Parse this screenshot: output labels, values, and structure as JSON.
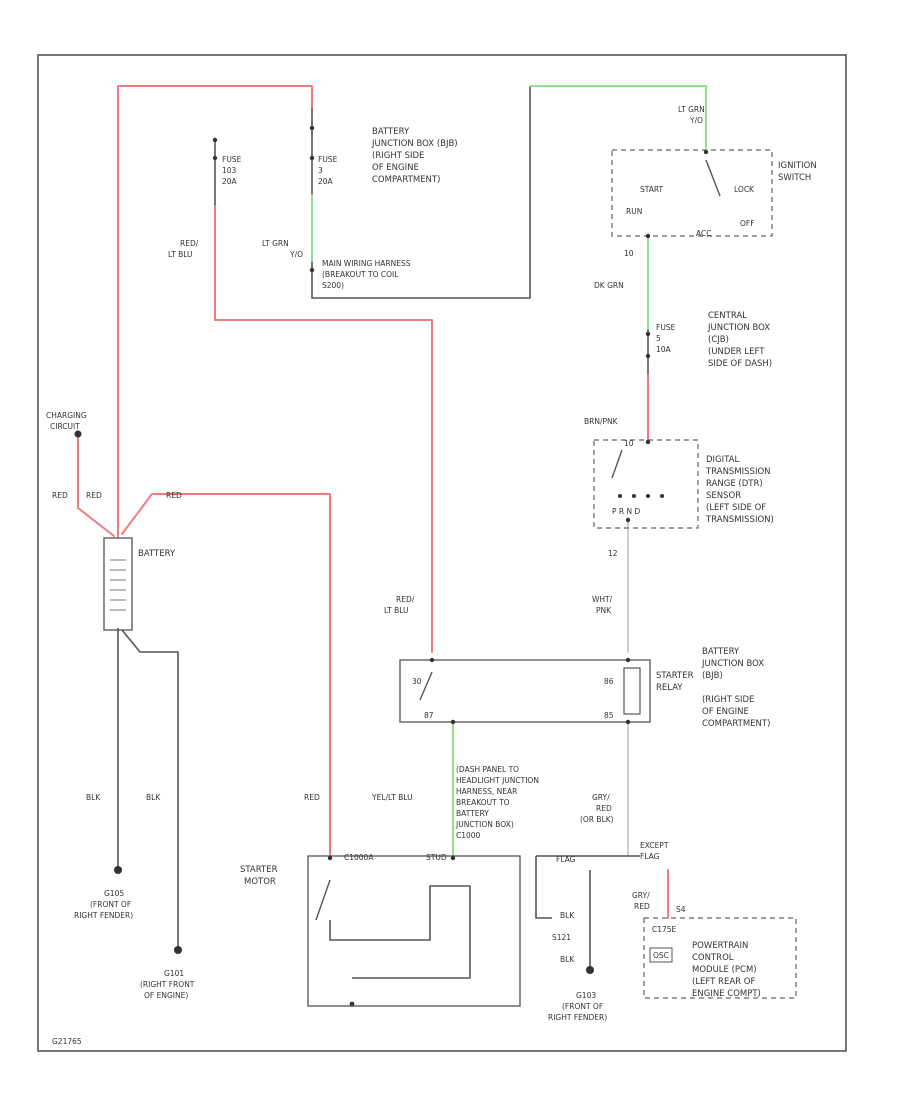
{
  "colors": {
    "red_wire": "#ef7d7d",
    "green_wire": "#8fe08f",
    "gray_wire": "#cfcfcf",
    "black_wire": "#555555"
  },
  "labels": {
    "battery_jb_1": "BATTERY",
    "battery_jb_2": "JUNCTION BOX (BJB)",
    "battery_jb_3": "(RIGHT SIDE",
    "battery_jb_4": "OF ENGINE",
    "battery_jb_5": "COMPARTMENT)",
    "fuse_a_1": "FUSE",
    "fuse_a_2": "103",
    "fuse_a_3": "20A",
    "fuse_b_1": "FUSE",
    "fuse_b_2": "3",
    "fuse_b_3": "20A",
    "wire_red_ltblu_1": "RED/",
    "wire_red_ltblu_2": "LT BLU",
    "wire_ltgrn_1": "LT GRN",
    "wire_ltgrn_2": "Y/O",
    "breakout_1": "MAIN WIRING HARNESS",
    "breakout_2": "(BREAKOUT TO COIL",
    "breakout_3": "S200)",
    "ign_wire_1": "LT GRN",
    "ign_wire_2": "Y/O",
    "ign_switch_1": "IGNITION",
    "ign_switch_2": "SWITCH",
    "ign_start": "START",
    "ign_lock": "LOCK",
    "ign_run": "RUN",
    "ign_off": "OFF",
    "ign_acc": "ACC",
    "ign_pin": "10",
    "dkgrn": "DK GRN",
    "cjb_1": "CENTRAL",
    "cjb_2": "JUNCTION BOX",
    "cjb_3": "(CJB)",
    "cjb_4": "(UNDER LEFT",
    "cjb_5": "SIDE OF DASH)",
    "fuse_c_1": "FUSE",
    "fuse_c_2": "5",
    "fuse_c_3": "10A",
    "brnpnk": "BRN/PNK",
    "dtr_1": "DIGITAL",
    "dtr_2": "TRANSMISSION",
    "dtr_3": "RANGE (DTR)",
    "dtr_4": "SENSOR",
    "dtr_5": "(LEFT SIDE OF",
    "dtr_6": "TRANSMISSION)",
    "dtr_pin_top": "10",
    "dtr_pin_bot": "12",
    "dtr_gears": "P  R  N  D",
    "charging_1": "CHARGING",
    "charging_2": "CIRCUIT",
    "red1": "RED",
    "red2": "RED",
    "red3": "RED",
    "battery": "BATTERY",
    "whtpnk_1": "WHT/",
    "whtpnk_2": "PNK",
    "red_ltblu2_1": "RED/",
    "red_ltblu2_2": "LT BLU",
    "starter_relay_1": "STARTER",
    "starter_relay_2": "RELAY",
    "relay_30": "30",
    "relay_86": "86",
    "relay_87": "87",
    "relay_85": "85",
    "bjb2_1": "BATTERY",
    "bjb2_2": "JUNCTION BOX",
    "bjb2_3": "(BJB)",
    "bjb2_4": "(RIGHT SIDE",
    "bjb2_5": "OF ENGINE",
    "bjb2_6": "COMPARTMENT)",
    "dash_1": "(DASH PANEL TO",
    "dash_2": "HEADLIGHT JUNCTION",
    "dash_3": "HARNESS, NEAR",
    "dash_4": "BREAKOUT TO",
    "dash_5": "BATTERY",
    "dash_6": "JUNCTION BOX)",
    "dash_7": "C1000",
    "yelltblu": "YEL/LT BLU",
    "gryred_1": "GRY/",
    "gryred_2": "RED",
    "gryred_3": "(OR BLK)",
    "blk1": "BLK",
    "blk2": "BLK",
    "red4": "RED",
    "starter_motor_1": "STARTER",
    "starter_motor_2": "MOTOR",
    "c1000a": "C1000A",
    "s_stud": "STUD",
    "fflag": "FLAG",
    "except_1": "EXCEPT",
    "except_2": "FLAG",
    "gry2_1": "GRY/",
    "gry2_2": "RED",
    "pcm_pin": "S4",
    "ctrl_c175e": "C175E",
    "pcm_box": "OSC",
    "pcm_1": "POWERTRAIN",
    "pcm_2": "CONTROL",
    "pcm_3": "MODULE (PCM)",
    "pcm_4": "(LEFT REAR OF",
    "pcm_5": "ENGINE COMPT)",
    "blk3": "BLK",
    "s121": "S121",
    "blk4": "BLK",
    "g105_1": "G105",
    "g105_2": "(FRONT OF",
    "g105_3": "RIGHT FENDER)",
    "g101_1": "G101",
    "g101_2": "(RIGHT FRONT",
    "g101_3": "OF ENGINE)",
    "g103_1": "G103",
    "g103_2": "(FRONT OF",
    "g103_3": "RIGHT FENDER)",
    "code": "G21765"
  }
}
